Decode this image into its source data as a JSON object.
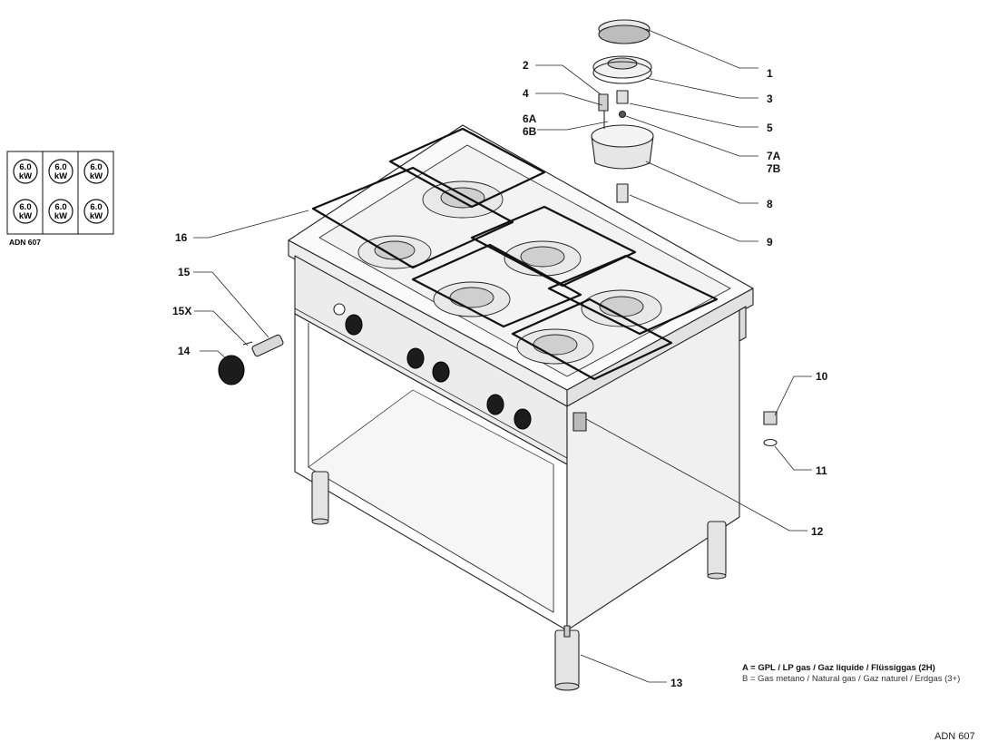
{
  "power_grid": {
    "cells": [
      {
        "value": "6.0",
        "unit": "kW"
      },
      {
        "value": "6.0",
        "unit": "kW"
      },
      {
        "value": "6.0",
        "unit": "kW"
      },
      {
        "value": "6.0",
        "unit": "kW"
      },
      {
        "value": "6.0",
        "unit": "kW"
      },
      {
        "value": "6.0",
        "unit": "kW"
      }
    ],
    "model": "ADN 607"
  },
  "callouts": [
    "1",
    "2",
    "3",
    "4",
    "5",
    "6A",
    "6B",
    "7A",
    "7B",
    "8",
    "9",
    "10",
    "11",
    "12",
    "13",
    "14",
    "15",
    "15X",
    "16"
  ],
  "legend": {
    "a": "A = GPL / LP gas / Gaz liquide / Flüssiggas (2H)",
    "b": "B = Gas metano / Natural gas / Gaz naturel / Erdgas (3+)"
  },
  "footer_model": "ADN 607"
}
